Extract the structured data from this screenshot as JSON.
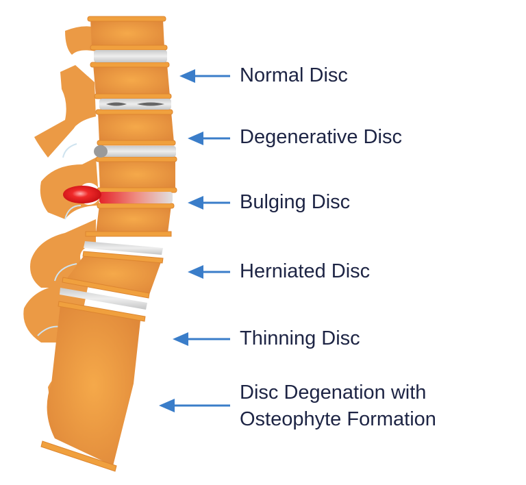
{
  "labels": [
    {
      "lines": [
        "Normal Disc"
      ]
    },
    {
      "lines": [
        "Degenerative Disc"
      ]
    },
    {
      "lines": [
        "Bulging Disc"
      ]
    },
    {
      "lines": [
        "Herniated Disc"
      ]
    },
    {
      "lines": [
        "Thinning Disc"
      ]
    },
    {
      "lines": [
        "Disc Degenation with",
        "Osteophyte Formation"
      ]
    }
  ],
  "colors": {
    "bone": "#f0a04a",
    "bone_dark": "#d98a3a",
    "disc": "#d9dadb",
    "herniation": "#e0191f",
    "arrow": "#3a7dc9",
    "text": "#1d2444"
  }
}
